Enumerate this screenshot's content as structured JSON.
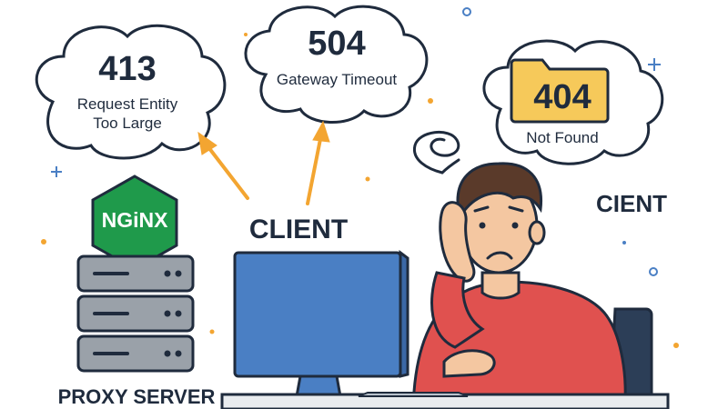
{
  "errors": [
    {
      "code": "413",
      "line1": "Request Entity",
      "line2": "Too Large"
    },
    {
      "code": "504",
      "line1": "Gateway Timeout"
    },
    {
      "code": "404",
      "line1": "Not Found"
    }
  ],
  "labels": {
    "client": "CLIENT",
    "client_misspelled": "CIENT",
    "proxy_server": "PROXY SERVER",
    "nginx_logo": "NGiNX"
  },
  "colors": {
    "outline": "#1f2b3d",
    "arrow": "#f3a531",
    "nginx_green": "#1f9a4b",
    "server_gray": "#9aa1a9",
    "monitor_blue": "#4a7fc4",
    "folder_yellow": "#f6c95a",
    "shirt_red": "#e0514f",
    "skin": "#f4c7a1",
    "hair": "#5a3a2a",
    "chair": "#2c3e57",
    "sparkle_blue": "#4a7fc4",
    "sparkle_orange": "#f3a531"
  },
  "icons": [
    "nginx-logo-icon",
    "server-rack-icon",
    "monitor-icon",
    "folder-icon",
    "confusion-swirl-icon",
    "arrow-icon",
    "sparkle-icon"
  ]
}
